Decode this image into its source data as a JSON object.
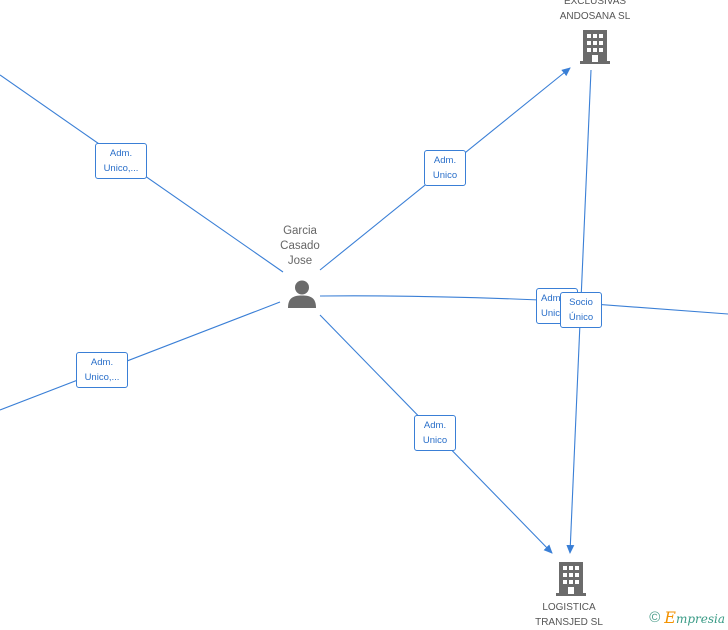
{
  "nodes": {
    "person": {
      "name_lines": [
        "Garcia",
        "Casado",
        "Jose"
      ],
      "icon": "person-icon"
    },
    "company_top": {
      "name_lines": [
        "EXCLUSIVAS",
        "ANDOSANA SL"
      ],
      "icon": "building-icon"
    },
    "company_bottom": {
      "name_lines": [
        "LOGISTICA",
        "TRANSJED SL"
      ],
      "icon": "building-icon"
    }
  },
  "edge_labels": {
    "upper_left": [
      "Adm.",
      "Unico,..."
    ],
    "lower_left": [
      "Adm.",
      "Unico,..."
    ],
    "to_top_company": [
      "Adm.",
      "Unico"
    ],
    "to_bottom_company": [
      "Adm.",
      "Unico"
    ],
    "right_hidden": [
      "Adm.",
      "Unic"
    ],
    "socio": [
      "Socio",
      "Único"
    ]
  },
  "footer": {
    "copyright": "©",
    "brand_initial": "E",
    "brand_rest": "mpresia"
  },
  "colors": {
    "edge": "#3a7fd6",
    "icon": "#6b6b6b",
    "brand_orange": "#f39200",
    "brand_teal": "#3a9b86"
  }
}
